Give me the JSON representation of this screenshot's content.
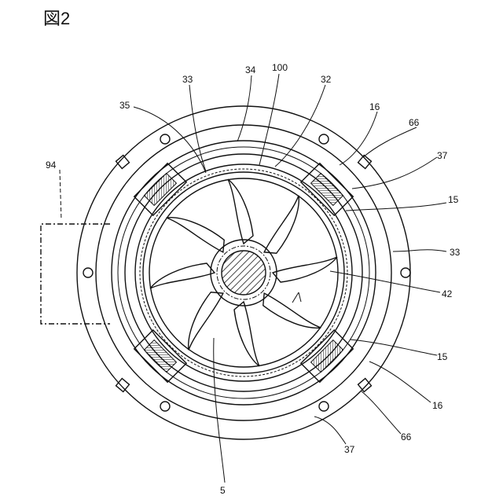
{
  "figure": {
    "title": "図2"
  },
  "reference_labels": {
    "l33a": "33",
    "l34": "34",
    "l100": "100",
    "l32": "32",
    "l35": "35",
    "l16a": "16",
    "l66a": "66",
    "l94": "94",
    "l37a": "37",
    "l15a": "15",
    "l33b": "33",
    "l42": "42",
    "l15b": "15",
    "l16b": "16",
    "l66b": "66",
    "l37b": "37",
    "l5": "5"
  },
  "colors": {
    "ink": "#111111",
    "background": "#ffffff"
  }
}
